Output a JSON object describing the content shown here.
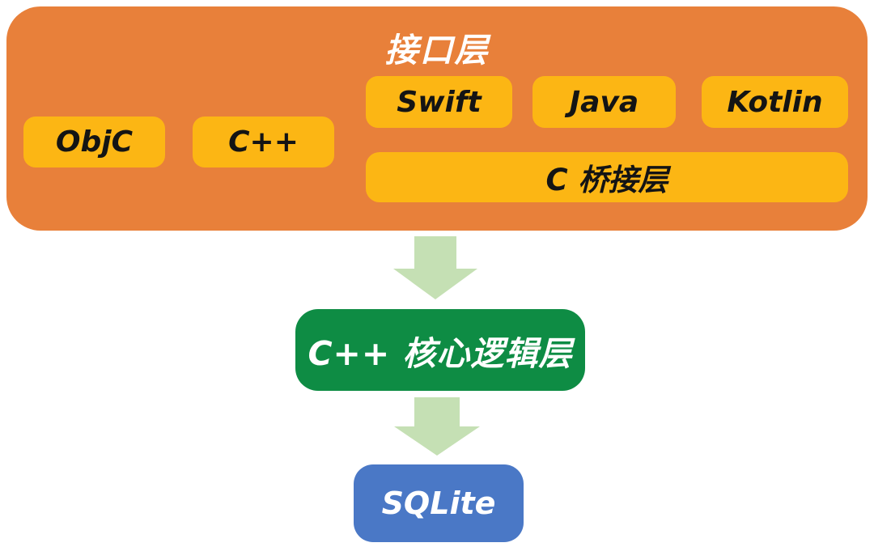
{
  "colors": {
    "background": "#FFFFFF",
    "container_orange": "#E8803A",
    "box_yellow": "#FCB614",
    "arrow_green": "#C5E0B4",
    "core_green": "#0E8C44",
    "storage_blue": "#4A78C6",
    "box_text_dark": "#141414",
    "text_white": "#FFFFFF"
  },
  "interface_layer": {
    "title": "接口层",
    "left_boxes": [
      {
        "label": "ObjC"
      },
      {
        "label": "C++"
      }
    ],
    "platform_boxes": [
      {
        "label": "Swift"
      },
      {
        "label": "Java"
      },
      {
        "label": "Kotlin"
      }
    ],
    "bridge_box": {
      "label": "C 桥接层"
    }
  },
  "arrows": [
    {
      "name": "interface-to-core",
      "direction": "down"
    },
    {
      "name": "core-to-storage",
      "direction": "down"
    }
  ],
  "core_layer": {
    "label": "C++ 核心逻辑层"
  },
  "storage_layer": {
    "label": "SQLite"
  }
}
